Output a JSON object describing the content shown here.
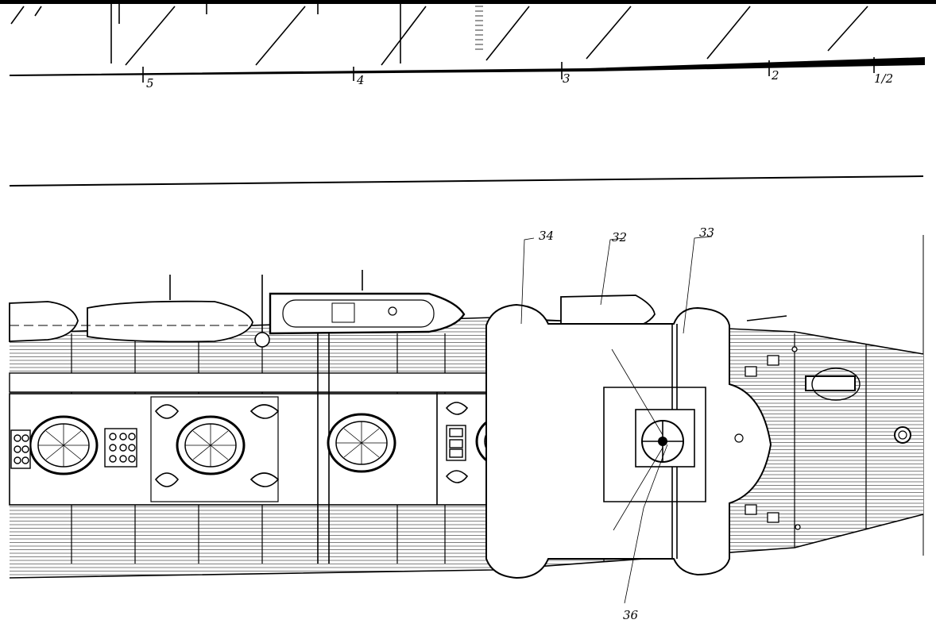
{
  "scale_marks": [
    {
      "label": "5",
      "x": 0.16
    },
    {
      "label": "4",
      "x": 0.38
    },
    {
      "label": "3",
      "x": 0.6
    },
    {
      "label": "2",
      "x": 0.82
    },
    {
      "label": "1/2",
      "x": 0.94
    }
  ],
  "callouts": [
    {
      "label": "34"
    },
    {
      "label": "32"
    },
    {
      "label": "33"
    },
    {
      "label": "36"
    }
  ],
  "colors": {
    "ink": "#000000",
    "paper": "#ffffff",
    "deck": "#ffffff"
  }
}
